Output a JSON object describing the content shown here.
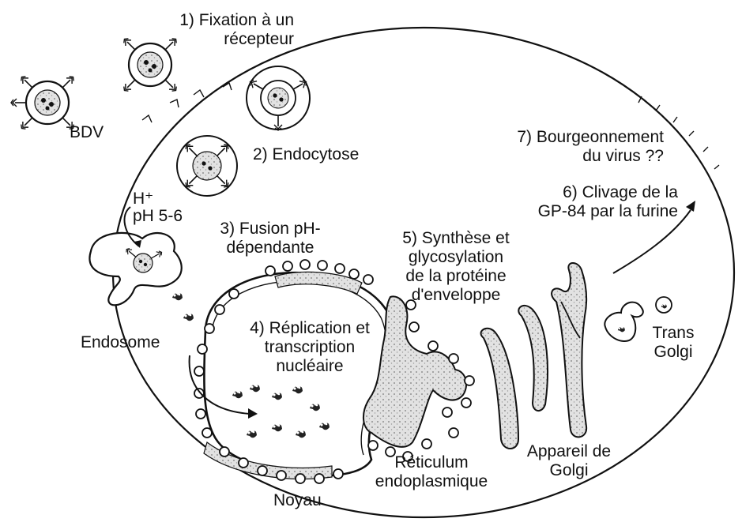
{
  "labels": {
    "step1": [
      "1) Fixation à un",
      "récepteur"
    ],
    "bdv": "BDV",
    "step2": "2) Endocytose",
    "step7": [
      "7) Bourgeonnement",
      "du virus ??"
    ],
    "step6": [
      "6) Clivage de la",
      "GP-84 par la furine"
    ],
    "proton": "H⁺",
    "ph": "pH 5-6",
    "step3": [
      "3) Fusion pH-",
      "dépendante"
    ],
    "step5": [
      "5) Synthèse et",
      "glycosylation",
      "de la protéine",
      "d'enveloppe"
    ],
    "endosome": "Endosome",
    "step4": [
      "4) Réplication et",
      "transcription",
      "nucléaire"
    ],
    "trans_golgi": [
      "Trans",
      "Golgi"
    ],
    "reticulum": [
      "Réticulum",
      "endoplasmique"
    ],
    "golgi": [
      "Appareil de",
      "Golgi"
    ],
    "noyau": "Noyau"
  },
  "colors": {
    "ink": "#111111",
    "paper": "#ffffff",
    "stipple": "#d8d8d8"
  }
}
